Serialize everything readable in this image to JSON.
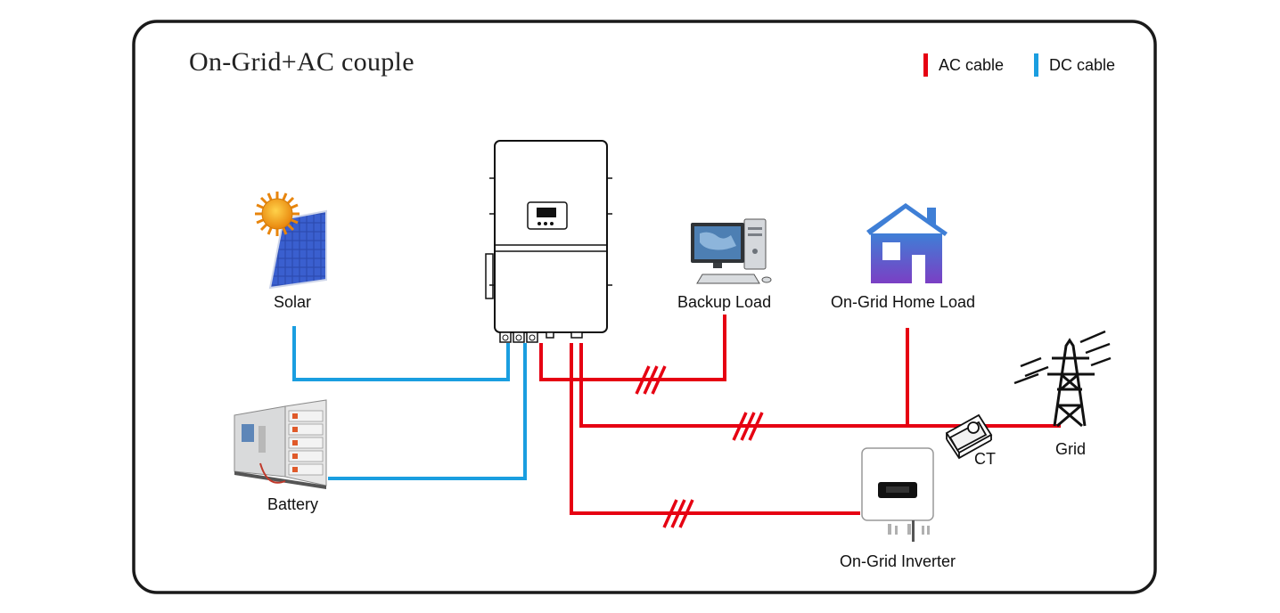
{
  "diagram": {
    "title": "On-Grid+AC couple",
    "legend": {
      "ac": {
        "label": "AC cable",
        "color": "#e60012"
      },
      "dc": {
        "label": "DC cable",
        "color": "#1a9ee0"
      }
    },
    "components": {
      "solar": "Solar",
      "battery": "Battery",
      "backup_load": "Backup Load",
      "home_load": "On-Grid Home Load",
      "grid": "Grid",
      "ct": "CT",
      "ongrid_inverter": "On-Grid Inverter"
    },
    "colors": {
      "frame": "#1a1a1a",
      "house_top": "#3f7fd6",
      "house_bottom": "#7b3fc4",
      "sun": "#f39c12",
      "panel": "#2b47a8"
    },
    "icons": [
      "solar-panel-icon",
      "battery-cabinet-icon",
      "hybrid-inverter-icon",
      "desktop-computer-icon",
      "house-icon",
      "transmission-tower-icon",
      "ct-clamp-icon",
      "grid-inverter-icon"
    ]
  }
}
